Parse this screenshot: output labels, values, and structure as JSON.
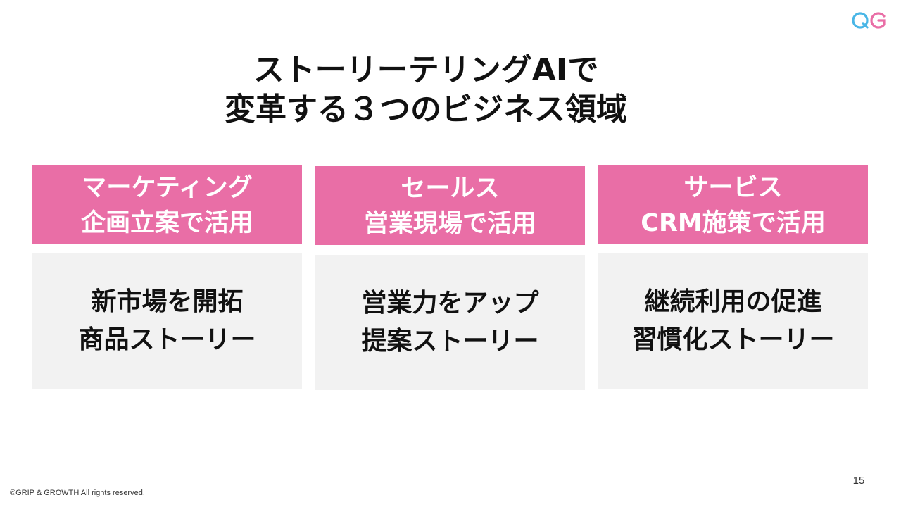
{
  "logo": {
    "icon": "qg-logo-icon",
    "colors": [
      "#49b6e6",
      "#e96ea6"
    ]
  },
  "title": {
    "line1": "ストーリーテリングAIで",
    "line2": "変革する３つのビジネス領域"
  },
  "columns": [
    {
      "header_line1": "マーケティング",
      "header_line2": "企画立案で活用",
      "body_line1": "新市場を開拓",
      "body_line2": "商品ストーリー"
    },
    {
      "header_line1": "セールス",
      "header_line2": "営業現場で活用",
      "body_line1": "営業力をアップ",
      "body_line2": "提案ストーリー"
    },
    {
      "header_line1": "サービス",
      "header_line2": "CRM施策で活用",
      "body_line1": "継続利用の促進",
      "body_line2": "習慣化ストーリー"
    }
  ],
  "colors": {
    "header_bg": "#e96ea6",
    "body_bg": "#f2f2f2"
  },
  "page_number": "15",
  "copyright": "©GRIP & GROWTH All rights reserved."
}
